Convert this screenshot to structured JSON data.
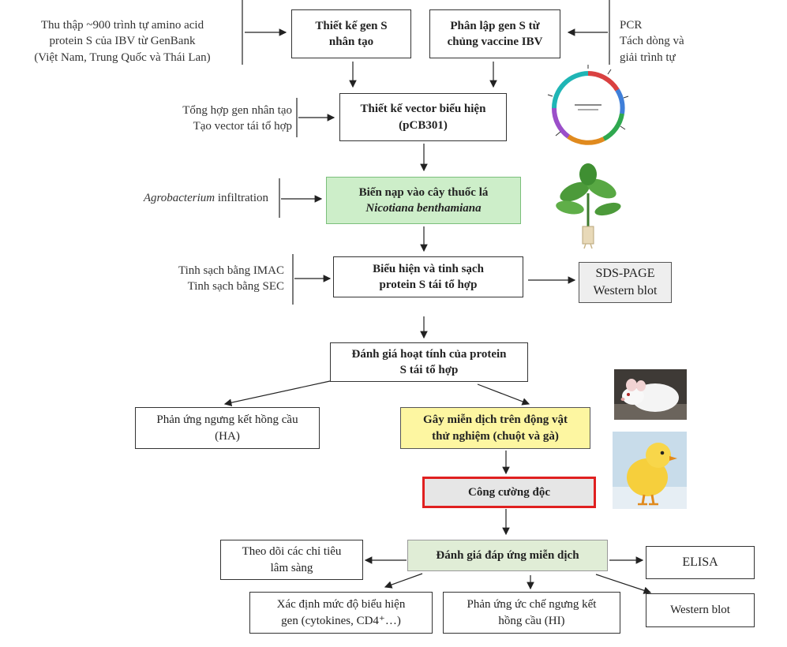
{
  "boxes": {
    "design_gene": [
      "Thiết kế gen S",
      "nhân tạo"
    ],
    "isolate_gene": [
      "Phân lập gen S từ",
      "chủng vaccine IBV"
    ],
    "vector": [
      "Thiết kế vector biểu hiện",
      "(pCB301)"
    ],
    "transform_line1": "Biến nạp vào cây thuốc lá",
    "transform_line2": "Nicotiana benthamiana",
    "express": [
      "Biểu hiện và tinh sạch",
      "protein S tái tổ hợp"
    ],
    "sds": [
      "SDS-PAGE",
      "Western blot"
    ],
    "activity": [
      "Đánh giá hoạt tính của protein",
      "S tái tổ hợp"
    ],
    "ha": [
      "Phản ứng ngưng kết hồng cầu",
      "(HA)"
    ],
    "immunize": [
      "Gây miễn dịch trên động vật",
      "thử nghiệm (chuột và gà)"
    ],
    "booster": "Công cường độc",
    "immune_eval": "Đánh giá đáp ứng miễn dịch",
    "clinical": [
      "Theo dõi các chỉ tiêu",
      "lâm sàng"
    ],
    "elisa": "ELISA",
    "gene_expr": [
      "Xác định mức độ biểu hiện",
      "gen (cytokines, CD4⁺…)"
    ],
    "hi": [
      "Phản ứng ức chế ngưng kết",
      "hồng cầu (HI)"
    ],
    "western": "Western blot"
  },
  "notes": {
    "genbank": [
      "Thu thập ~900 trình tự amino acid",
      "protein S của IBV từ GenBank",
      "(Việt Nam, Trung Quốc và Thái Lan)"
    ],
    "pcr": [
      "PCR",
      "Tách dòng và",
      "giải trình tự"
    ],
    "synth": [
      "Tổng hợp gen nhân tạo",
      "Tạo vector tái tổ hợp"
    ],
    "agro_italic": "Agrobacterium",
    "agro_rest": " infiltration",
    "purify": [
      "Tinh sạch bằng IMAC",
      "Tinh sạch bằng SEC"
    ]
  },
  "colors": {
    "transform_fill": "#cdeec9",
    "immunize_fill": "#fdf6a1",
    "booster_border": "#e02020",
    "immune_eval_fill": "#e0edd6"
  }
}
